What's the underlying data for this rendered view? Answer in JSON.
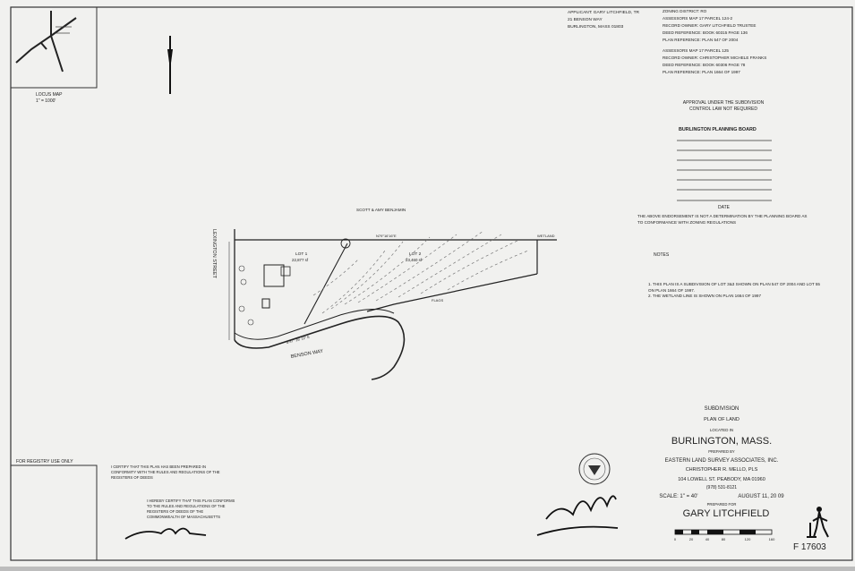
{
  "locus_map": {
    "title": "LOCUS MAP",
    "scale": "1\" = 1000'"
  },
  "applicant_block": {
    "lines": [
      "APPLICANT: GARY LITCHFIELD, TR",
      "21 BENSON WAY",
      "BURLINGTON, MASS 01803"
    ]
  },
  "zoning_block": {
    "lines": [
      "ZONING DISTRICT: RO",
      "ASSESSORS MAP 17 PARCEL 124-2",
      "RECORD OWNER: GARY LITCHFIELD TRUSTEE",
      "DEED REFERENCE: BOOK 60315 PAGE 136",
      "PLAN REFERENCE: PLAN 547 OF 2004"
    ],
    "lines2": [
      "ASSESSORS MAP 17 PARCEL 125",
      "RECORD OWNER: CHRISTOPHER MICHELE FRANKS",
      "DEED REFERENCE: BOOK 60306 PAGE 78",
      "PLAN REFERENCE: PLAN 1664 OF 1997"
    ]
  },
  "planning_board": {
    "approval": "APPROVAL UNDER THE SUBDIVISION CONTROL LAW NOT REQUIRED",
    "board": "BURLINGTON PLANNING BOARD",
    "date_label": "DATE",
    "endorsement": "THE ABOVE ENDORSEMENT IS NOT A DETERMINATION BY THE PLANNING BOARD AS TO CONFORMANCE WITH ZONING REGULATIONS"
  },
  "notes": {
    "title": "NOTES",
    "items": [
      "1. THIS PLAN IS A SUBDIVISION OF LOT 3&3 SHOWN ON PLAN 547 OF 2004 AND LOT 55 ON PLAN 1664 OF 1997.",
      "2. THE WETLAND LINE IS SHOWN ON PLAN 1664 OF 1997"
    ]
  },
  "plan_drawing": {
    "abutter": "SCOTT & AMY BENJAMIN",
    "street_west": "LEXINGTON STREET",
    "street_south": "BENSON WAY",
    "lot1": "LOT 1",
    "lot1_area": "22,877 sf",
    "lot2": "LOT 2",
    "lot2_area": "23,460 sf",
    "bearing_north": "N79°16'16\"E",
    "wetland": "WETLAND",
    "flags": "FLAGS",
    "bearing_south": "S 47° 26' 12\" E"
  },
  "title_block": {
    "line1": "SUBDIVISION",
    "line2": "PLAN OF LAND",
    "line3": "LOCATED IN",
    "town": "BURLINGTON, MASS.",
    "prepared": "PREPARED BY",
    "firm": "EASTERN LAND SURVEY ASSOCIATES, INC.",
    "surveyor": "CHRISTOPHER R. MELLO, PLS",
    "address": "104 LOWELL ST.   PEABODY, MA  01960",
    "phone": "(978) 531-8121",
    "scale": "SCALE: 1\" = 40'",
    "date": "AUGUST 11, 20 09",
    "prepared_for": "PREPARED FOR",
    "client": "GARY LITCHFIELD",
    "plan_number": "F 17603",
    "scale_bar_labels": [
      "0",
      "20",
      "40",
      "80",
      "120",
      "160"
    ]
  },
  "registry": {
    "label": "FOR REGISTRY USE ONLY"
  },
  "certification": {
    "text": "I CERTIFY THAT THIS PLAN HAS BEEN PREPARED IN CONFORMITY WITH THE RULES AND REGULATIONS OF THE REGISTERS OF DEEDS",
    "text2": "I HEREBY CERTIFY THAT THIS PLAN CONFORMS TO THE RULES AND REGULATIONS OF THE REGISTERS OF DEEDS OF THE COMMONWEALTH OF MASSACHUSETTS"
  }
}
